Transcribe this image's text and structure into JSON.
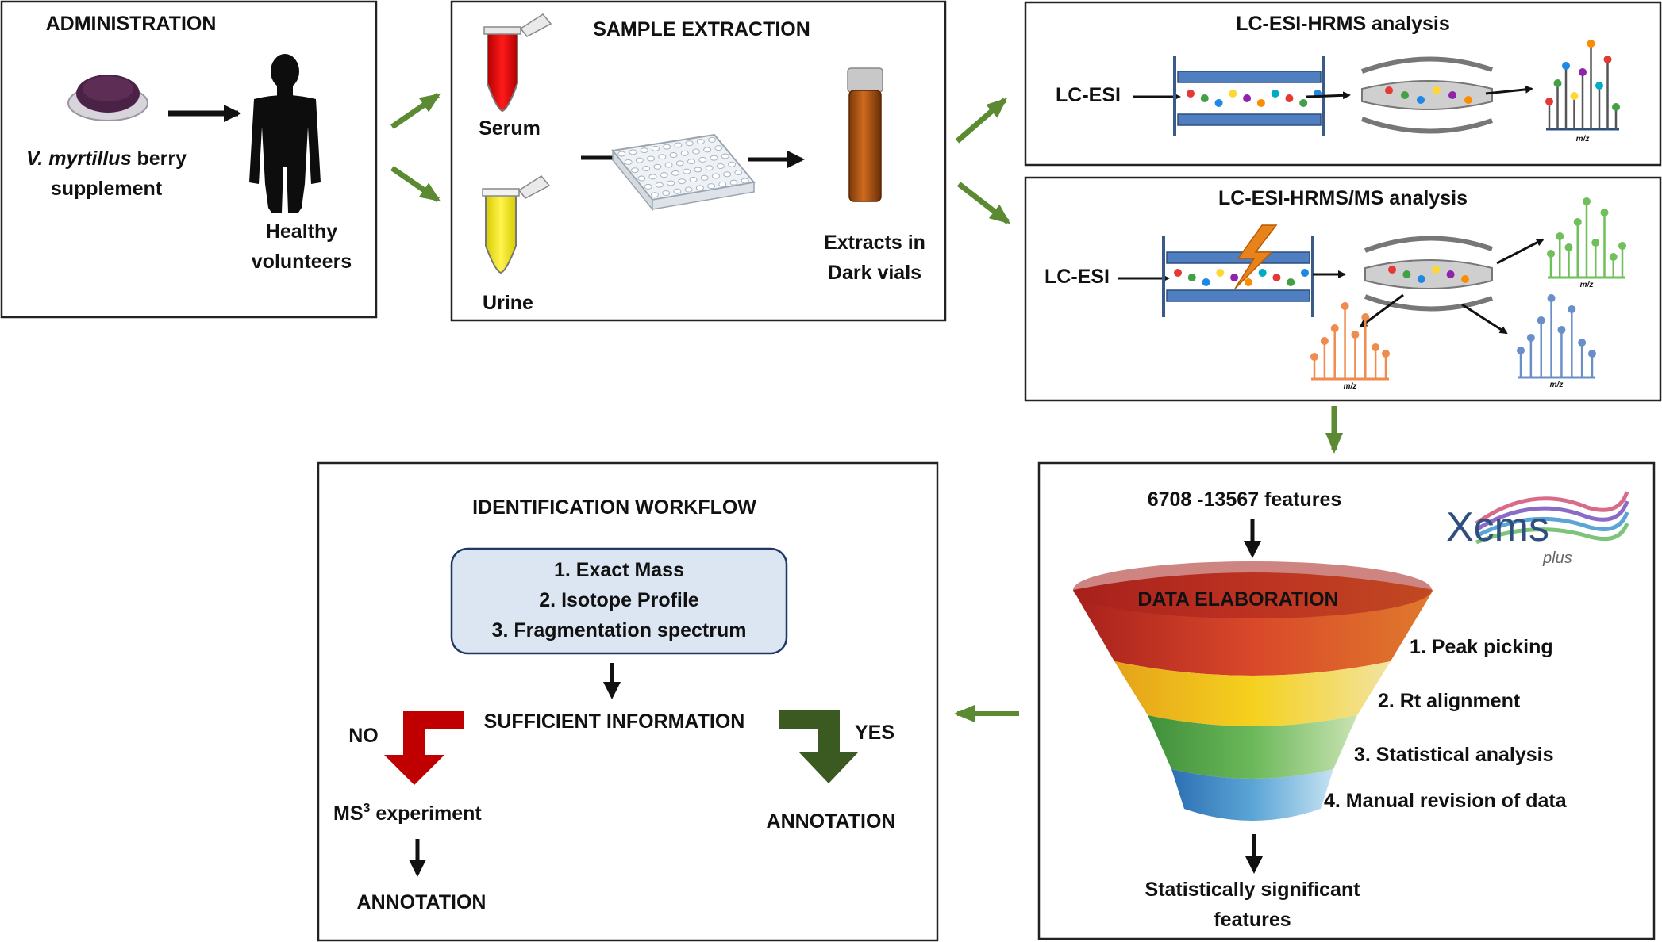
{
  "administration": {
    "title": "ADMINISTRATION",
    "supplement_italic": "V. myrtillus",
    "supplement_line1_rest": " berry",
    "supplement_line2": "supplement",
    "volunteers_line1": "Healthy",
    "volunteers_line2": "volunteers"
  },
  "sample_extraction": {
    "title": "SAMPLE EXTRACTION",
    "serum_label": "Serum",
    "urine_label": "Urine",
    "extracts_line1": "Extracts in",
    "extracts_line2": "Dark vials"
  },
  "lc_hrms": {
    "title": "LC-ESI-HRMS analysis",
    "source_label": "LC-ESI",
    "axis_label": "m/z"
  },
  "lc_hrms_ms": {
    "title": "LC-ESI-HRMS/MS analysis",
    "source_label": "LC-ESI",
    "axis_label": "m/z"
  },
  "data_elaboration": {
    "features_in": "6708 -13567 features",
    "logo_main": "Xcms",
    "logo_sub": "plus",
    "funnel_title": "DATA ELABORATION",
    "steps": [
      "1. Peak picking",
      "2. Rt alignment",
      "3. Statistical analysis",
      "4. Manual  revision of data"
    ],
    "output_line1": "Statistically significant",
    "output_line2": "features"
  },
  "identification": {
    "title": "IDENTIFICATION WORKFLOW",
    "criteria": [
      "1. Exact Mass",
      "2. Isotope Profile",
      "3. Fragmentation spectrum"
    ],
    "decision": "SUFFICIENT INFORMATION",
    "no_label": "NO",
    "yes_label": "YES",
    "ms3_base": "MS",
    "ms3_sup": "3",
    "ms3_rest": " experiment",
    "annotation_no": "ANNOTATION",
    "annotation_yes": "ANNOTATION"
  },
  "colors": {
    "flow_arrow": "#5b8a32",
    "box_border": "#222222",
    "criteria_fill": "#dce6f2",
    "criteria_border": "#1f3864",
    "no_arrow": "#c00000",
    "yes_arrow": "#3a5a22",
    "column_blue": "#4f7fc0"
  }
}
